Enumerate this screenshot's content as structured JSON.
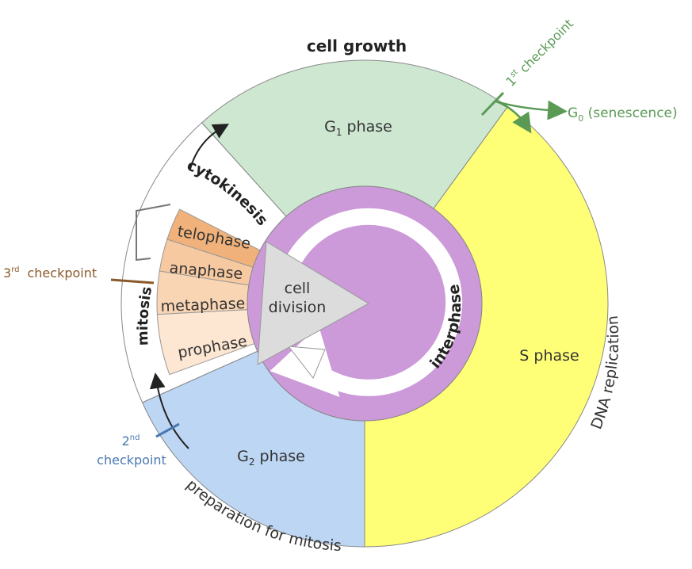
{
  "diagram": {
    "top_label": "cell growth",
    "phases": {
      "g1": {
        "letter": "G",
        "sub": "1",
        "rest": " phase",
        "color": "#cde7d1"
      },
      "s": {
        "label": "S phase",
        "color": "#ffff77"
      },
      "g2": {
        "letter": "G",
        "sub": "2",
        "rest": " phase",
        "color": "#bcd6f4"
      }
    },
    "center": {
      "line1": "cell",
      "line2": "division",
      "color": "#dcdcdc"
    },
    "mitosis_stages": [
      {
        "label": "telophase",
        "color": "#f0b27a"
      },
      {
        "label": "anaphase",
        "color": "#f6c9a0"
      },
      {
        "label": "metaphase",
        "color": "#f9d5b4"
      },
      {
        "label": "prophase",
        "color": "#fde6d2"
      }
    ],
    "ring_labels": {
      "cytokinesis": "cytokinesis",
      "mitosis": "mitosis",
      "interphase": "interphase"
    },
    "arc_labels": {
      "dna_replication": "DNA replication",
      "preparation": "preparation for mitosis"
    },
    "checkpoints": {
      "first": {
        "num": "1",
        "sup": "st",
        "word": " checkpoint",
        "color": "#5a9a55"
      },
      "second": {
        "num": "2",
        "sup": "nd",
        "word": "checkpoint",
        "color": "#4a78b0"
      },
      "third": {
        "num": "3",
        "sup": "rd",
        "word": "checkpoint",
        "color": "#8a5a2a"
      }
    },
    "g0": {
      "letter": "G",
      "sub": "0",
      "rest": " (senescence)",
      "color": "#5a9a55"
    },
    "colors": {
      "interphase_ring": "#cc99d9",
      "outline": "#888888"
    }
  }
}
